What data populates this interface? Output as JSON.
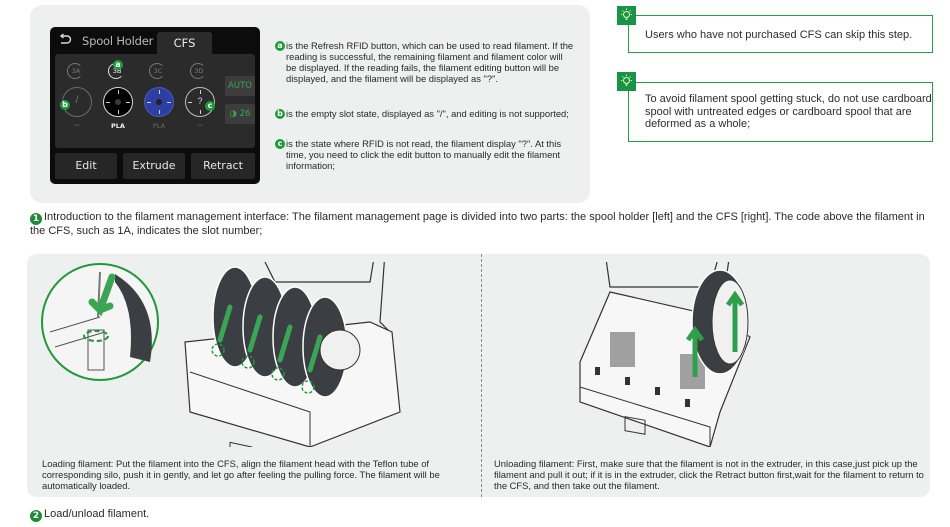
{
  "screen": {
    "back_icon": "return-arrow-icon",
    "tab_spool_holder": "Spool Holder",
    "tab_cfs": "CFS",
    "slots": [
      {
        "code": "3A",
        "state": "empty",
        "symbol": "/",
        "name": "--",
        "color": "#2b2b2b",
        "active": false
      },
      {
        "code": "3B",
        "state": "loaded",
        "symbol": "",
        "name": "PLA",
        "color": "#000000",
        "active": true
      },
      {
        "code": "3C",
        "state": "loaded",
        "symbol": "",
        "name": "PLA",
        "color": "#2d3fa0",
        "active": false
      },
      {
        "code": "3D",
        "state": "unknown",
        "symbol": "?",
        "name": "--",
        "color": "#2b2b2b",
        "active": false
      }
    ],
    "auto_label": "AUTO",
    "humidity_icon": "humidity-drop-icon",
    "humidity_value": "26",
    "buttons": {
      "edit": "Edit",
      "extrude": "Extrude",
      "retract": "Retract"
    },
    "markers": {
      "a": "a",
      "b": "b",
      "c": "c"
    }
  },
  "annotations": [
    {
      "badge": "a",
      "text": "is the Refresh RFID button, which can be used to read filament. If the reading is successful, the remaining filament and filament color will be displayed. If the reading fails, the filament editing button will be displayed, and the filament will be displayed as \"?\"."
    },
    {
      "badge": "b",
      "text": "is the empty slot state, displayed as \"/\", and editing is not supported;"
    },
    {
      "badge": "c",
      "text": "is the state where RFID is not read, the filament display \"?\". At this time, you need to click the edit button to manually edit the filament information;"
    }
  ],
  "tips": [
    {
      "icon": "lightbulb-tip-icon",
      "text": "Users who have not purchased CFS can skip this step."
    },
    {
      "icon": "lightbulb-tip-icon",
      "text": "To avoid filament spool getting stuck, do not use cardboard spool with untreated edges or cardboard spool that are deformed as a whole;"
    }
  ],
  "step1": {
    "number": "1",
    "text": "Introduction to the filament management interface: The filament management page is divided into two parts: the spool holder [left] and the CFS [right]. The code above the filament in the CFS, such as 1A, indicates the slot number;"
  },
  "loading": {
    "caption": "Loading filament: Put the filament into the CFS, align the filament head with the Teflon tube of corresponding silo, push it in gently, and let go after feeling the pulling force. The filament will be automatically loaded."
  },
  "unloading": {
    "caption": "Unloading filament: First, make sure that the filament is not in the extruder, in this case,just pick up the filament and pull it out; if it is in the extruder, click the Retract button first,wait for the filament to return to the CFS, and then take out the filament."
  },
  "step2": {
    "number": "2",
    "text": "Load/unload filament."
  },
  "colors": {
    "accent_green": "#1f9a3a",
    "panel_gray": "#eeefef",
    "screen_bg": "#0c0c0c"
  }
}
